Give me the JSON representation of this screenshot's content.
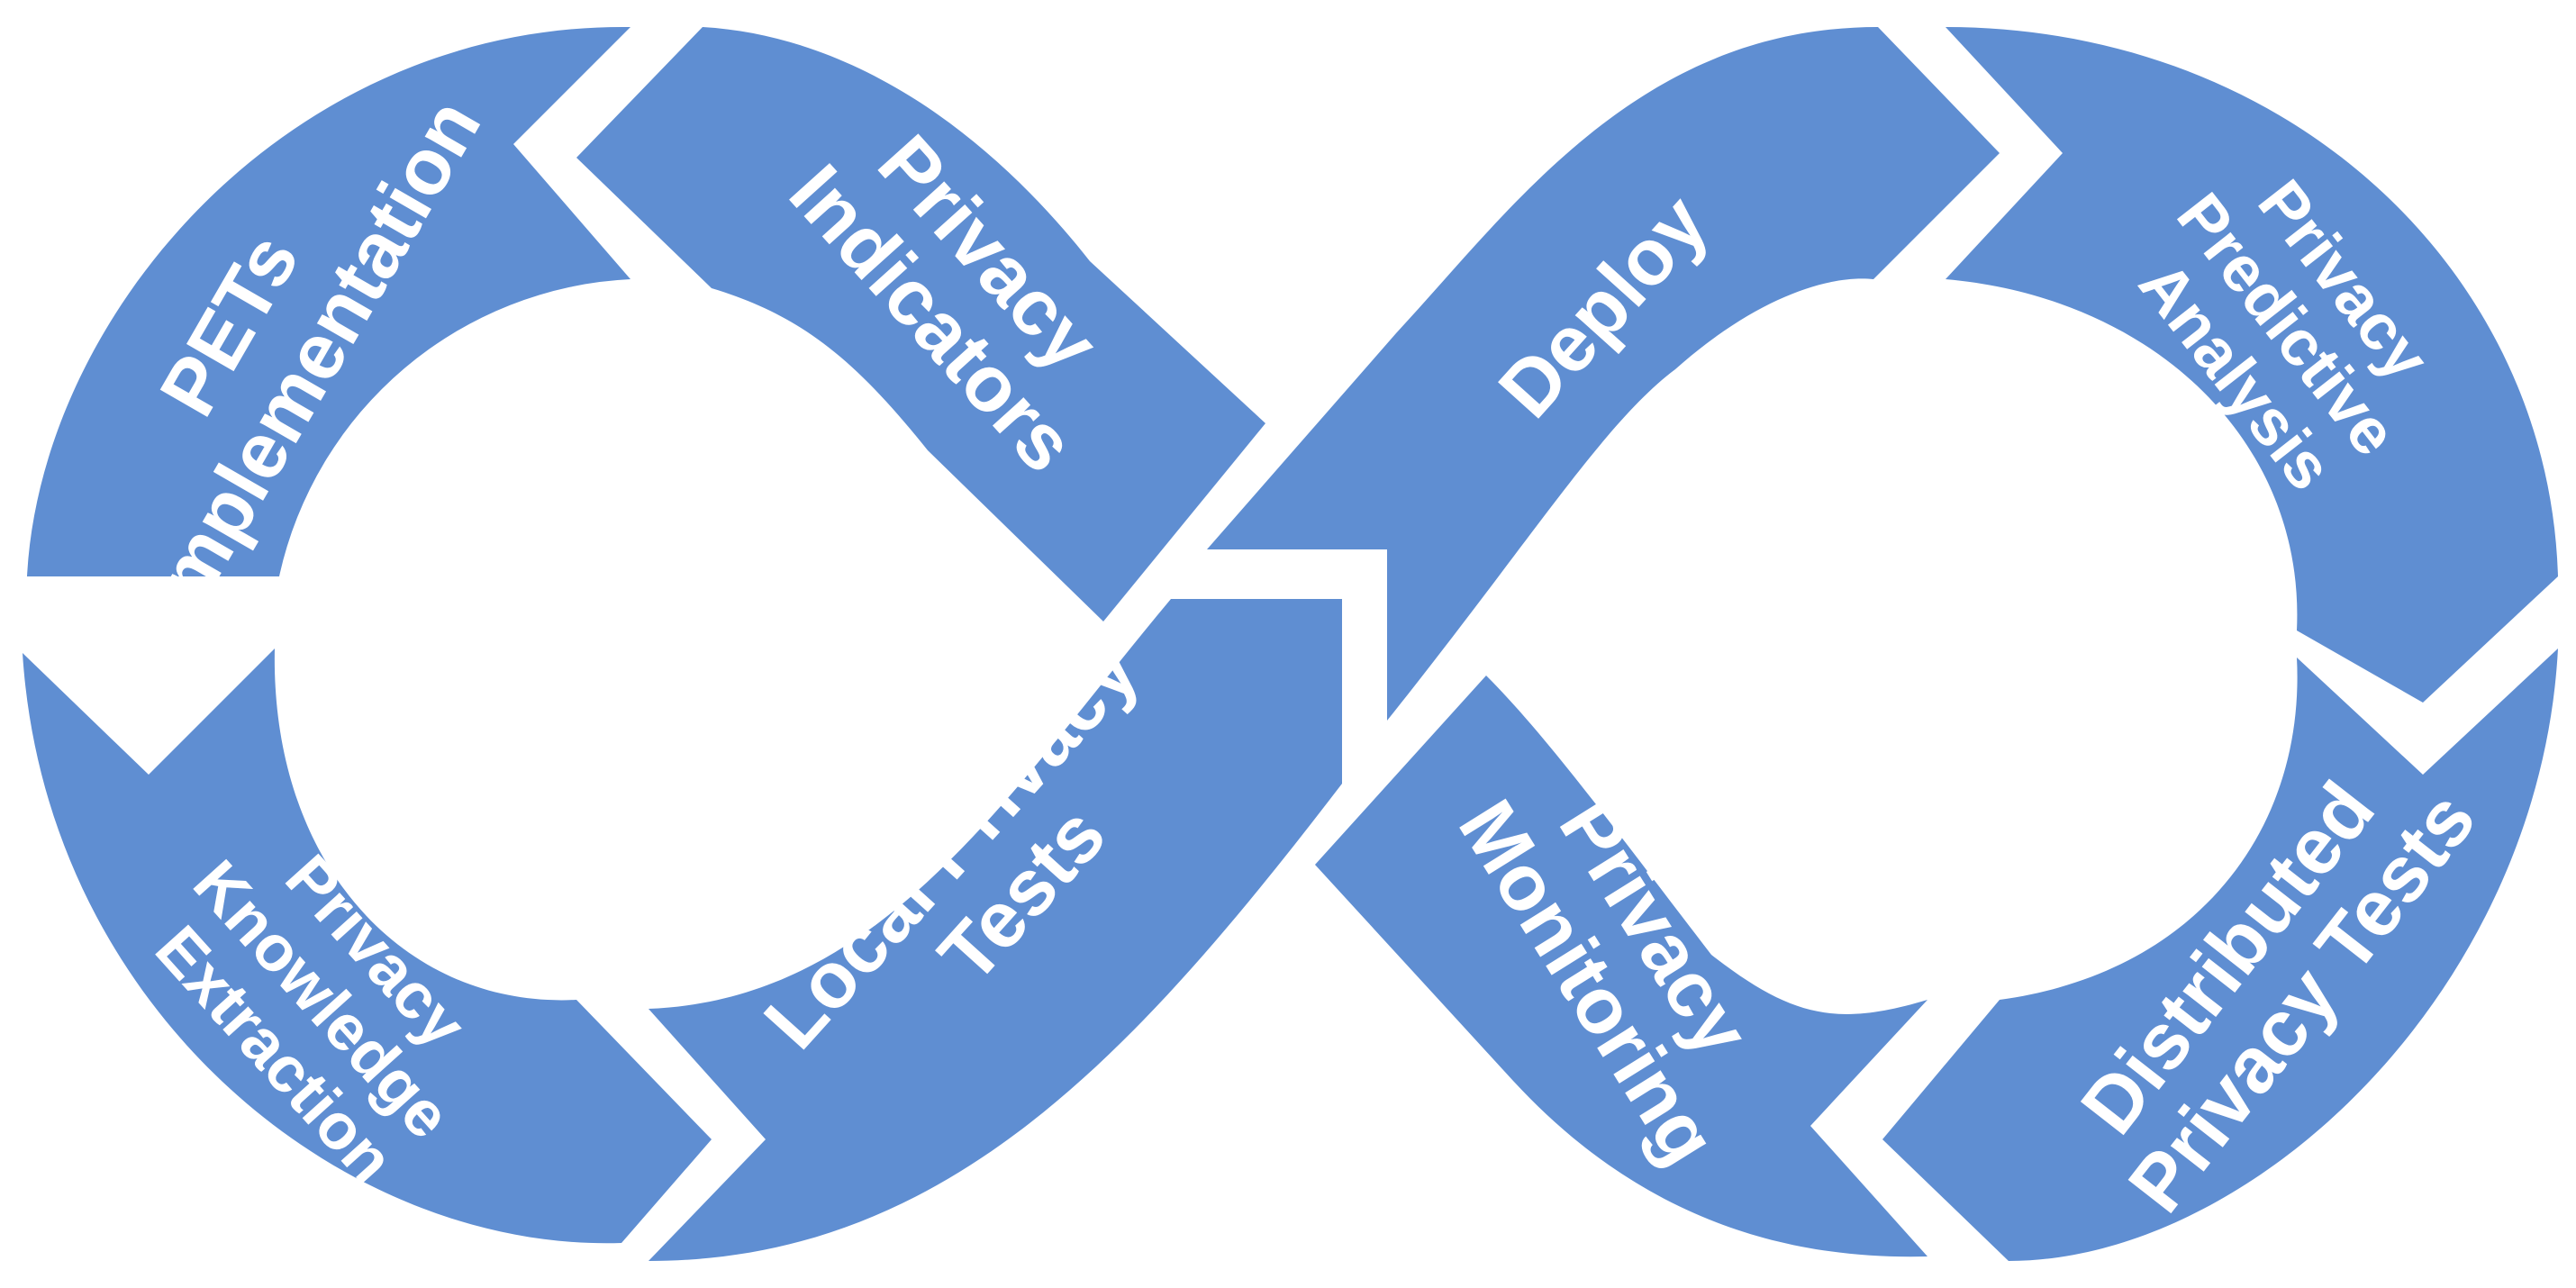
{
  "diagram": {
    "fill_color": "#5f8ed2",
    "background": "#ffffff",
    "segments": [
      {
        "id": "pets",
        "lines": [
          "PETs",
          "Implementation"
        ]
      },
      {
        "id": "indicators",
        "lines": [
          "Privacy",
          "Indicators"
        ]
      },
      {
        "id": "knowledge",
        "lines": [
          "Privacy",
          "Knowledge",
          "Extraction"
        ]
      },
      {
        "id": "local",
        "lines": [
          "Local Privacy",
          "Tests"
        ]
      },
      {
        "id": "deploy",
        "lines": [
          "Deploy"
        ]
      },
      {
        "id": "predictive",
        "lines": [
          "Privacy",
          "Predictive",
          "Analysis"
        ]
      },
      {
        "id": "monitoring",
        "lines": [
          "Privacy",
          "Monitoring"
        ]
      },
      {
        "id": "distributed",
        "lines": [
          "Distributed",
          "Privacy Tests"
        ]
      }
    ]
  }
}
